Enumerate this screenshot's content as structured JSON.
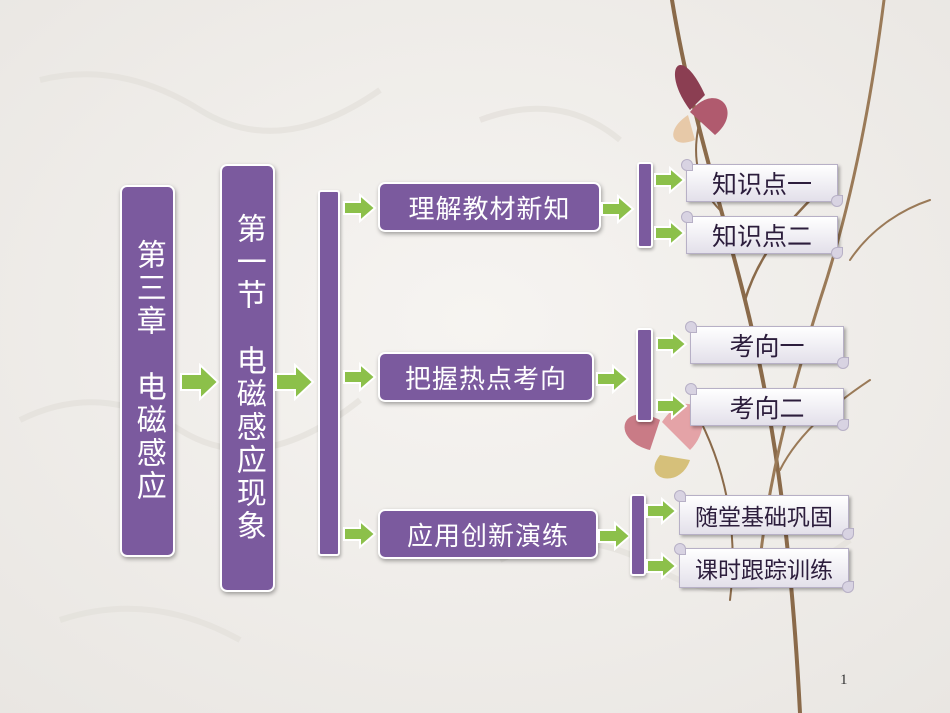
{
  "chapter": {
    "label": "第三章　电磁感应"
  },
  "section": {
    "label": "第一节　电磁感应现象"
  },
  "branches": [
    {
      "label": "理解教材新知",
      "children": [
        "知识点一",
        "知识点二"
      ]
    },
    {
      "label": "把握热点考向",
      "children": [
        "考向一",
        "考向二"
      ]
    },
    {
      "label": "应用创新演练",
      "children": [
        "随堂基础巩固",
        "课时跟踪训练"
      ]
    }
  ],
  "page": {
    "number": "1"
  },
  "colors": {
    "box": "#7b5a9e",
    "arrow": "#8cc04a",
    "background": "#f1efec"
  },
  "icons": {
    "connector": "right-arrow-icon",
    "decoration": "butterfly-branch-illustration"
  }
}
